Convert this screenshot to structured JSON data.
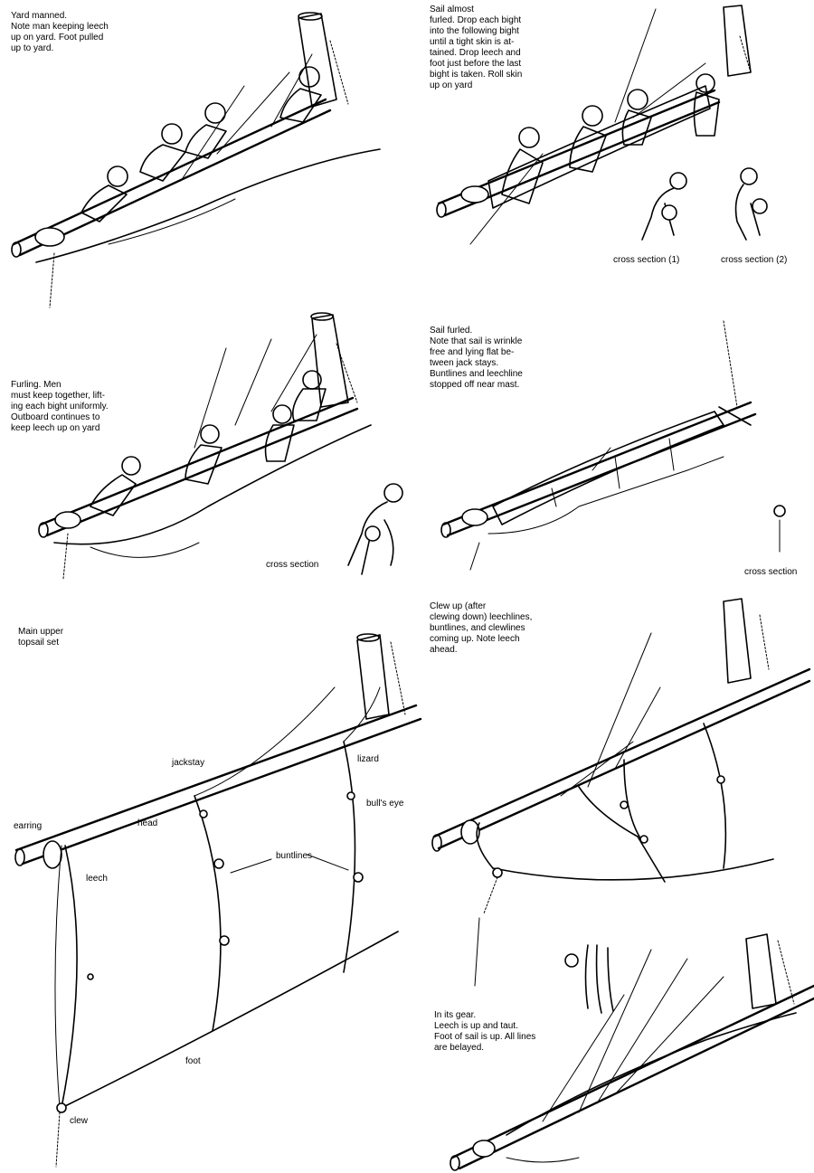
{
  "panels": [
    {
      "id": "yard-manned",
      "caption": "Yard manned.\nNote man keeping leech\nup on yard. Foot pulled\nup to yard."
    },
    {
      "id": "sail-almost-furled",
      "caption": "Sail almost\nfurled. Drop each bight\ninto the following bight\nuntil a tight skin is at-\ntained. Drop leech and\nfoot just before the last\nbight is taken. Roll skin\nup on yard",
      "labels": [
        "cross section (1)",
        "cross section (2)"
      ]
    },
    {
      "id": "furling",
      "caption": "Furling. Men\nmust keep together, lift-\ning each bight uniformly.\nOutboard continues to\nkeep leech up on yard",
      "labels": [
        "cross section"
      ]
    },
    {
      "id": "sail-furled",
      "caption": "Sail furled.\nNote that sail is wrinkle\nfree and lying flat be-\ntween jack stays.\nBuntlines and leechline\nstopped off near mast.",
      "labels": [
        "cross section"
      ]
    },
    {
      "id": "main-upper-topsail-set",
      "caption": "Main upper\ntopsail set",
      "labels": {
        "jackstay": "jackstay",
        "head": "head",
        "earring": "earring",
        "leech": "leech",
        "buntlines": "buntlines",
        "lizard": "lizard",
        "bulls_eye": "bull's eye",
        "foot": "foot",
        "clew": "clew"
      }
    },
    {
      "id": "clew-up",
      "caption": "Clew up (after\nclewing down) leechlines,\nbuntlines, and clewlines\ncoming up. Note leech\nahead."
    },
    {
      "id": "in-its-gear",
      "caption": "In its gear.\nLeech is up and taut.\nFoot of sail is up. All lines\nare belayed."
    }
  ]
}
